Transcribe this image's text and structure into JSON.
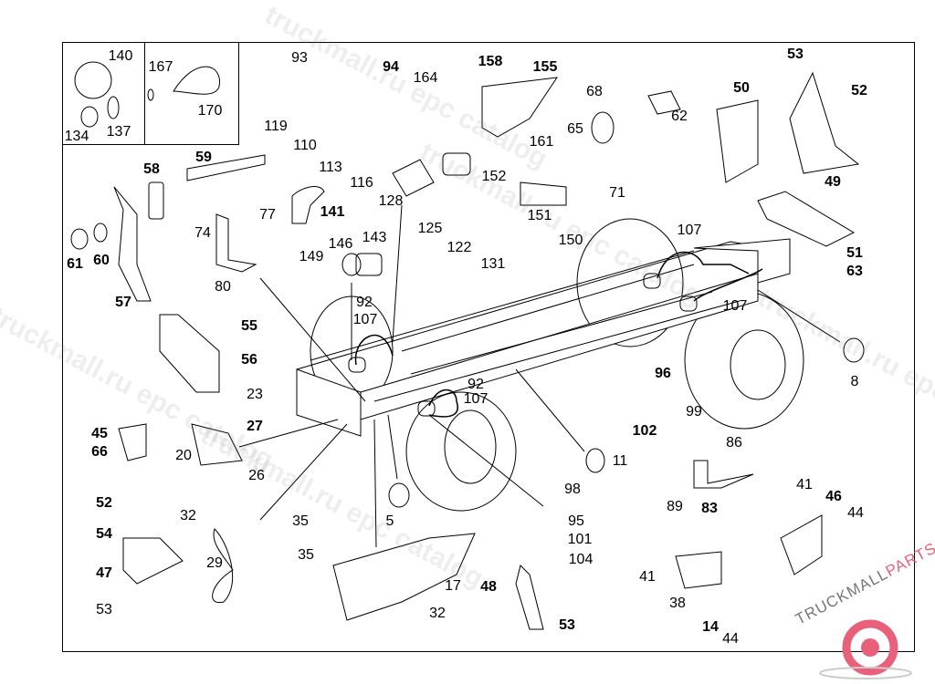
{
  "diagram": {
    "part_labels": [
      "140",
      "167",
      "170",
      "134",
      "137",
      "93",
      "94",
      "164",
      "158",
      "155",
      "53",
      "52",
      "50",
      "68",
      "62",
      "65",
      "161",
      "71",
      "49",
      "119",
      "110",
      "113",
      "116",
      "128",
      "152",
      "151",
      "125",
      "122",
      "131",
      "150",
      "107",
      "51",
      "63",
      "141",
      "59",
      "58",
      "77",
      "74",
      "149",
      "146",
      "143",
      "61",
      "60",
      "57",
      "80",
      "92",
      "107",
      "107",
      "55",
      "56",
      "8",
      "96",
      "92",
      "107",
      "99",
      "102",
      "23",
      "27",
      "45",
      "66",
      "20",
      "26",
      "11",
      "86",
      "98",
      "89",
      "83",
      "41",
      "46",
      "44",
      "52",
      "32",
      "35",
      "5",
      "95",
      "101",
      "104",
      "54",
      "29",
      "35",
      "17",
      "48",
      "41",
      "47",
      "53",
      "32",
      "53",
      "38",
      "14",
      "44"
    ],
    "colors": {
      "line": "#000000",
      "background": "#ffffff",
      "logo_accent": "#e8607a"
    }
  },
  "watermark": {
    "text": "truckmall.ru epc catalog",
    "logo_text_a": "TRUCKMALL",
    "logo_text_b": "PARTS"
  }
}
